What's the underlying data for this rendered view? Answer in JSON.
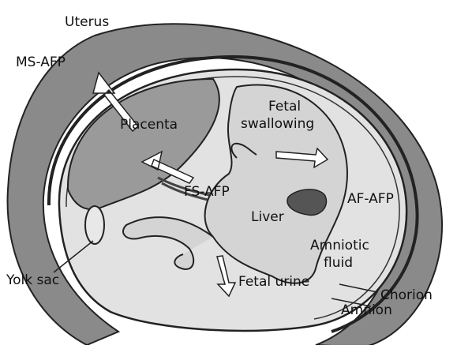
{
  "labels": {
    "uterus": "Uterus",
    "ms_afp": "MS-AFP",
    "placenta": "Placenta",
    "fetal": "Fetal",
    "swallowing": "swallowing",
    "fs_afp": "FS-AFP",
    "af_afp": "AF-AFP",
    "liver": "Liver",
    "amniotic": "Amniotic",
    "fluid": "fluid",
    "yolk_sac": "Yolk sac",
    "fetal_urine": "Fetal urine",
    "chorion": "Chorion",
    "amnion": "Amnion"
  },
  "colors": {
    "uterus_wall": "#8a8a8a",
    "amniotic_fill": "#e2e2e2",
    "placenta_fill": "#9a9a9a",
    "fetus_fill": "#d4d4d4",
    "liver_fill": "#555555",
    "arrow_fill": "#ffffff",
    "outline": "#222222"
  }
}
